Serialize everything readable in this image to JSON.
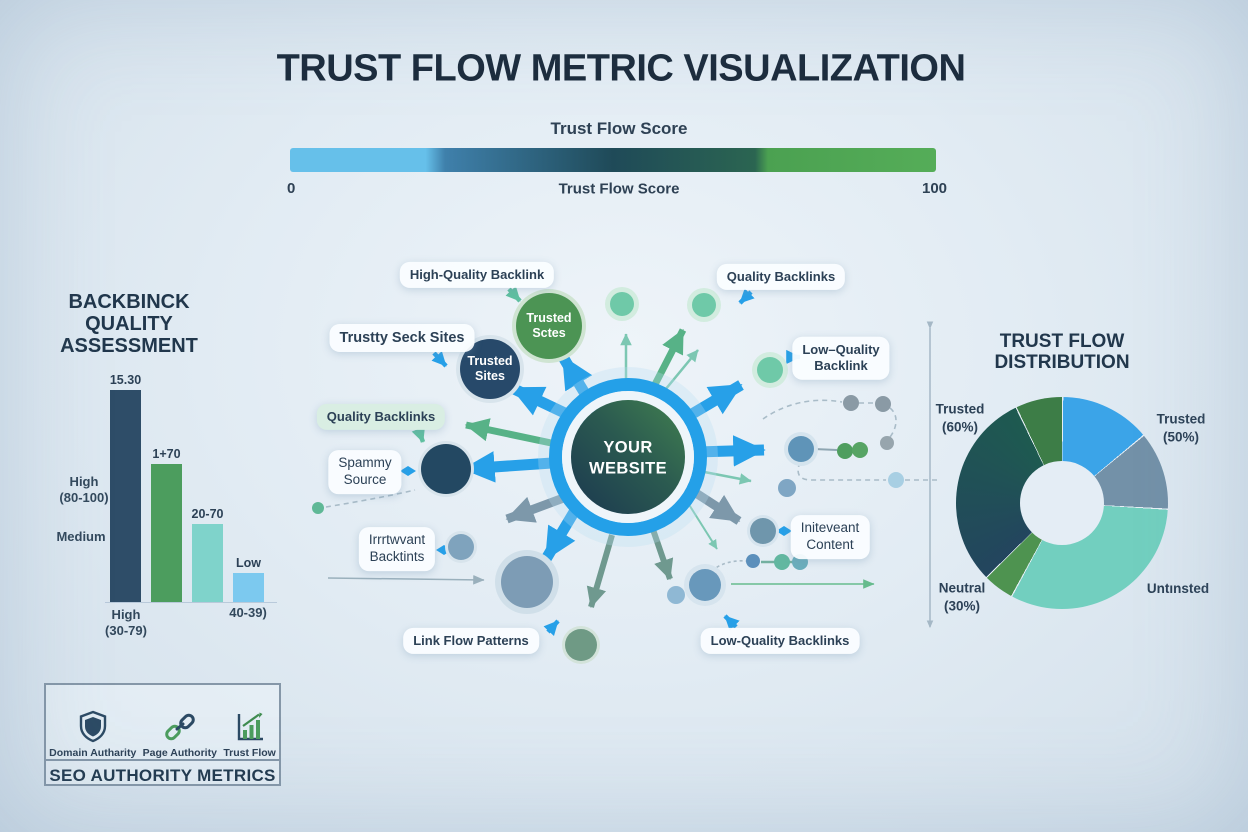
{
  "title": "TRUST FLOW METRIC VISUALIZATION",
  "score_scale": {
    "title": "Trust Flow Score",
    "axis_label": "Trust Flow Score",
    "min_label": "0",
    "max_label": "100",
    "gradient_colors": [
      "#66c0ea",
      "#3f80ab",
      "#1f4a58",
      "#2b6551",
      "#4ba151",
      "#55ad58"
    ]
  },
  "backlink_chart": {
    "title": "BACKBINCK\nQUALITY\nASSESSMENT",
    "side_labels": [
      "High\n(80-100)",
      "Medium"
    ],
    "x_labels": [
      "High\n(30-79)",
      "40-39)"
    ]
  },
  "hub_label": "YOUR\nWEBSITE",
  "node_labels": {
    "trusted_sites_green": "Trusted\nSctes",
    "trusted_sites_navy": "Trusted\nSites"
  },
  "diagram_labels": {
    "high_quality_backlink": "High-Quality Backlink",
    "quality_backlinks_top": "Quality Backlinks",
    "trustty_seck_sites": "Trustty Seck Sites",
    "low_quality_backlink": "Low–Quality\nBacklink",
    "quality_backlinks_left": "Quality Backlinks",
    "spammy_source": "Spammy\nSource",
    "irrelevant_backlinks": "Irrrtwvant\nBacktints",
    "irrelevant_content": "Initeveant\nContent",
    "link_flow_patterns": "Link Flow Patterns",
    "low_quality_backlinks": "Low-Quality Backlinks"
  },
  "distribution": {
    "title": "TRUST FLOW\nDISTRIBUTION",
    "labels": {
      "trusted_60": "Trusted\n(60%)",
      "trusted_50": "Trusted\n(50%)",
      "neutral_30": "Neutral\n(30%)",
      "untrusted": "Untınsted"
    }
  },
  "metrics_panel": {
    "title": "SEO AUTHORITY METRICS",
    "items": [
      {
        "icon": "shield-icon",
        "label": "Domain Autharity"
      },
      {
        "icon": "link-icon",
        "label": "Page Authority"
      },
      {
        "icon": "trend-chart-icon",
        "label": "Trust Flow"
      }
    ]
  },
  "chart_data": [
    {
      "type": "bar",
      "title": "BACKBINCK QUALITY ASSESSMENT",
      "categories": [
        "High (30-79)",
        "",
        "",
        "40-39)"
      ],
      "values": [
        95,
        62,
        35,
        13
      ],
      "bar_labels": [
        "15.30",
        "1+70",
        "20-70",
        "Low"
      ],
      "colors": [
        "#2e4d68",
        "#4c9d5e",
        "#7fd3cb",
        "#7cc9ef"
      ],
      "ylim": [
        0,
        100
      ],
      "grid": false
    },
    {
      "type": "donut",
      "title": "TRUST FLOW DISTRIBUTION",
      "slices": [
        {
          "label": "Trusted (50%)",
          "color": "#3ba4e8",
          "start_deg": 0,
          "end_deg": 50
        },
        {
          "label": "",
          "color": "#7391a8",
          "start_deg": 50,
          "end_deg": 93
        },
        {
          "label": "Untınsted",
          "color": "#72cfbf",
          "start_deg": 93,
          "end_deg": 208
        },
        {
          "label": "Neutral (30%)",
          "color": "#4e9350",
          "start_deg": 208,
          "end_deg": 225
        },
        {
          "label": "Trusted (60%)",
          "color": "#23455e",
          "color_end": "#1e5a50",
          "start_deg": 225,
          "end_deg": 334
        },
        {
          "label": "",
          "color": "#3d7d47",
          "start_deg": 334,
          "end_deg": 360
        }
      ]
    }
  ]
}
